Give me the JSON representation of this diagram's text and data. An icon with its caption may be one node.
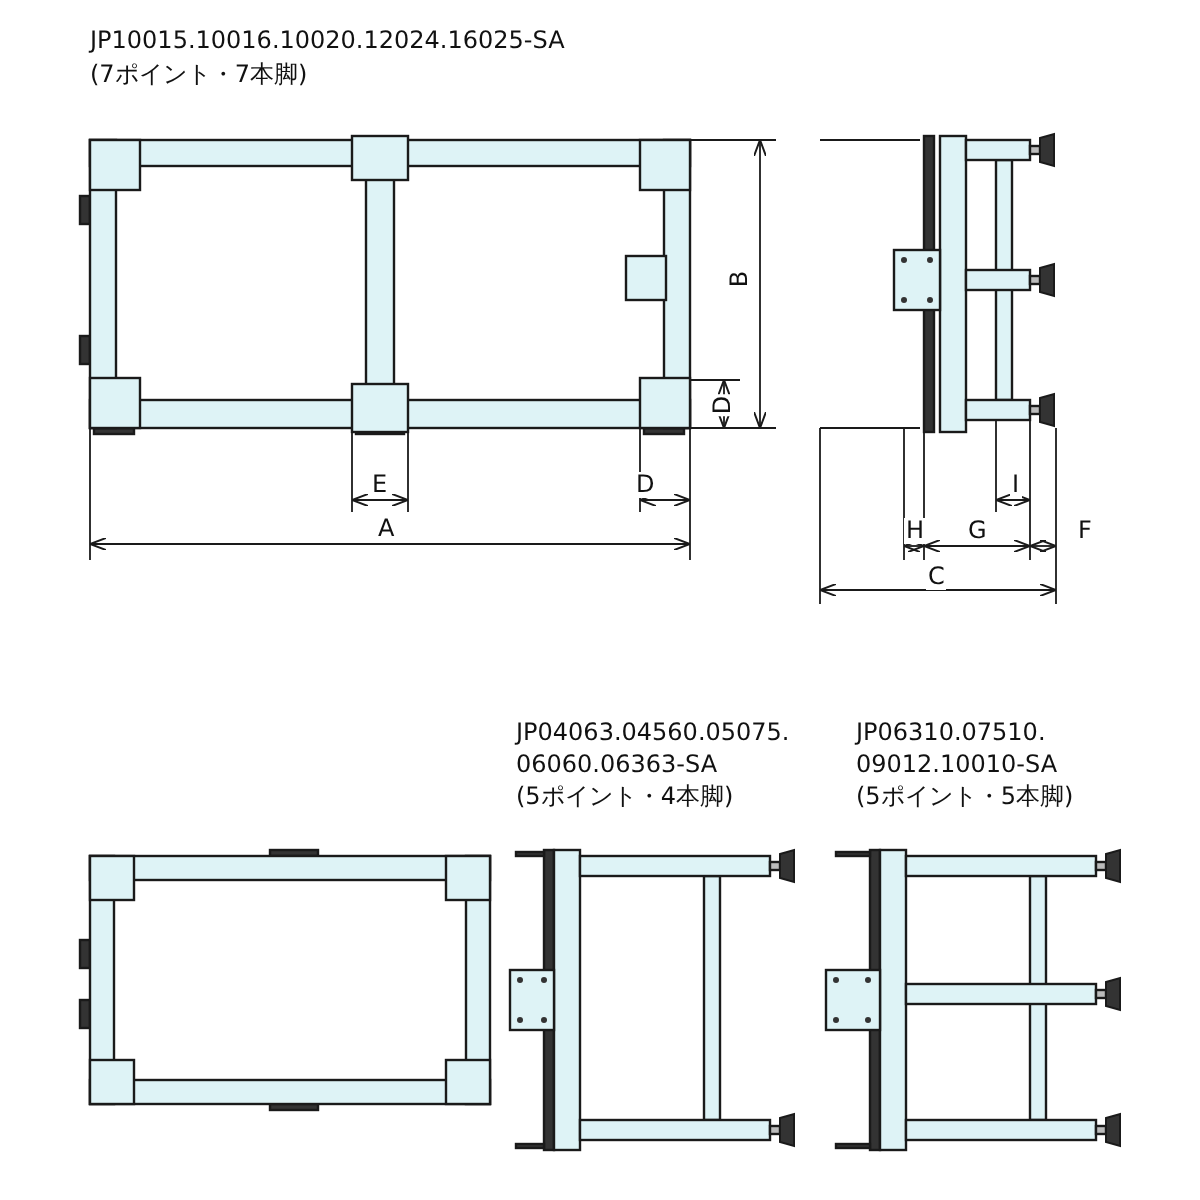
{
  "diagram": {
    "labels": [
      "JP10015.10016.10020.12024.16025-SA",
      "(7ポイント・7本脚)",
      "B",
      "D",
      "E",
      "D",
      "I",
      "A",
      "H",
      "G",
      "F",
      "C",
      "JP04063.04560.05075. 06060.06363-SA",
      "(5ポイント・4本脚)",
      "JP06310.07510. 09012.10010-SA",
      "(5ポイント・5本脚)"
    ]
  }
}
